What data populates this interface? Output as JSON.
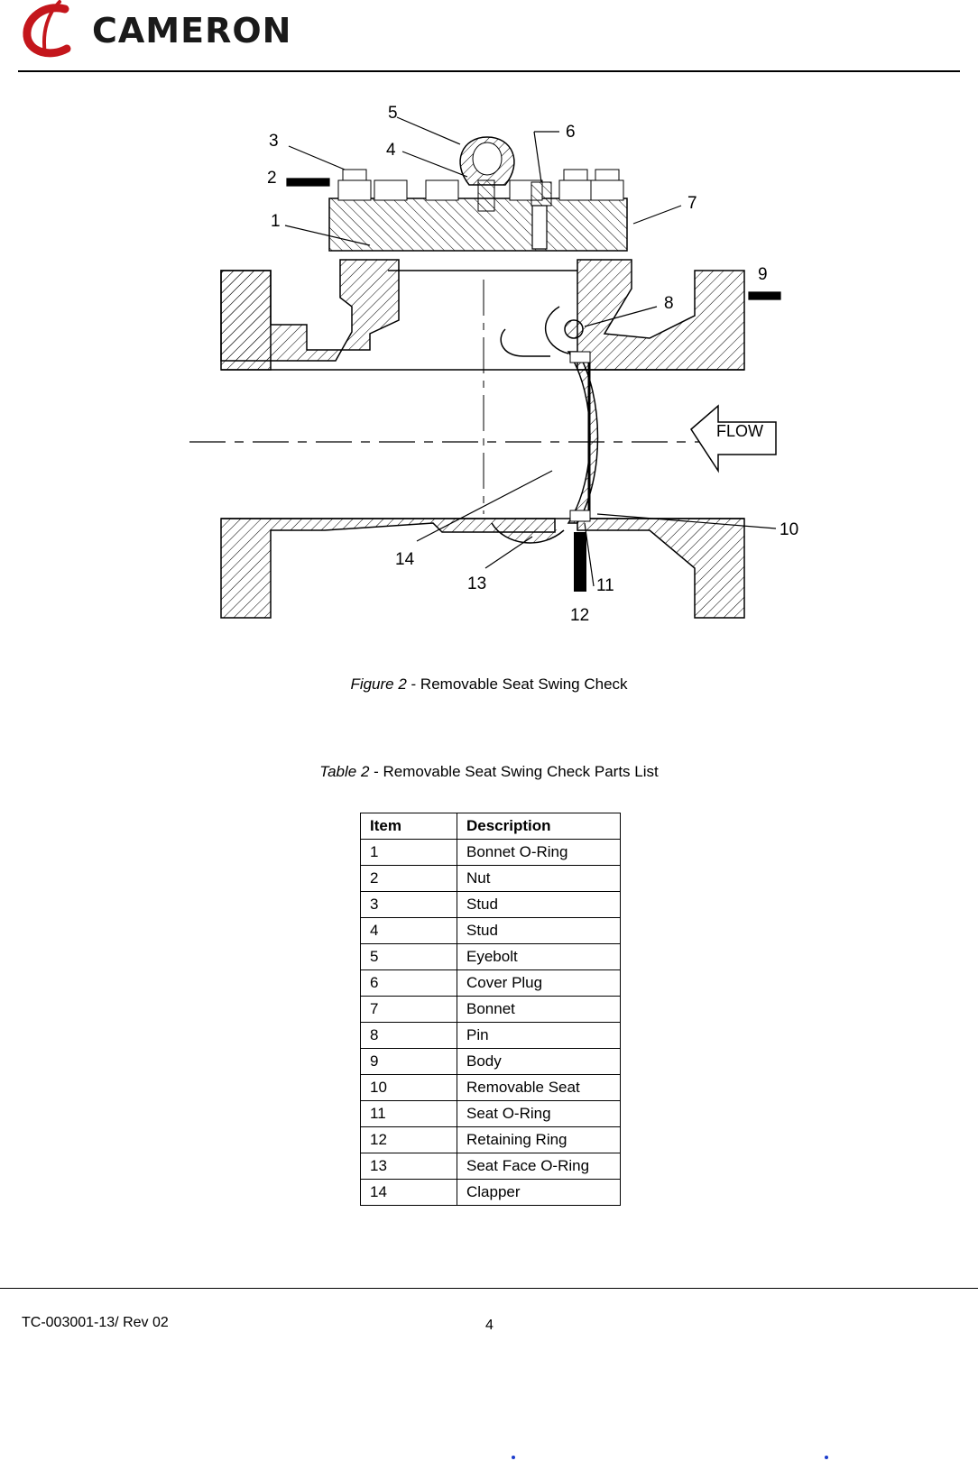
{
  "header": {
    "brand": "CAMERON",
    "brand_color": "#c4161c",
    "logo_icon": "cameron-c-swirl-logo"
  },
  "figure": {
    "callouts": [
      "1",
      "2",
      "3",
      "4",
      "5",
      "6",
      "7",
      "8",
      "9",
      "10",
      "11",
      "12",
      "13",
      "14"
    ],
    "flow_label": "FLOW",
    "caption_num": "Figure 2",
    "caption_text": " - Removable Seat Swing Check"
  },
  "table": {
    "caption_num": "Table 2",
    "caption_text": " - Removable Seat Swing Check Parts List",
    "headers": [
      "Item",
      "Description"
    ],
    "rows": [
      [
        "1",
        "Bonnet O-Ring"
      ],
      [
        "2",
        "Nut"
      ],
      [
        "3",
        "Stud"
      ],
      [
        "4",
        "Stud"
      ],
      [
        "5",
        "Eyebolt"
      ],
      [
        "6",
        "Cover Plug"
      ],
      [
        "7",
        "Bonnet"
      ],
      [
        "8",
        "Pin"
      ],
      [
        "9",
        "Body"
      ],
      [
        "10",
        "Removable Seat"
      ],
      [
        "11",
        "Seat O-Ring"
      ],
      [
        "12",
        "Retaining Ring"
      ],
      [
        "13",
        "Seat Face O-Ring"
      ],
      [
        "14",
        "Clapper"
      ]
    ]
  },
  "footer": {
    "doc_id": "TC-003001-13/ Rev 02",
    "page_number": "4"
  }
}
